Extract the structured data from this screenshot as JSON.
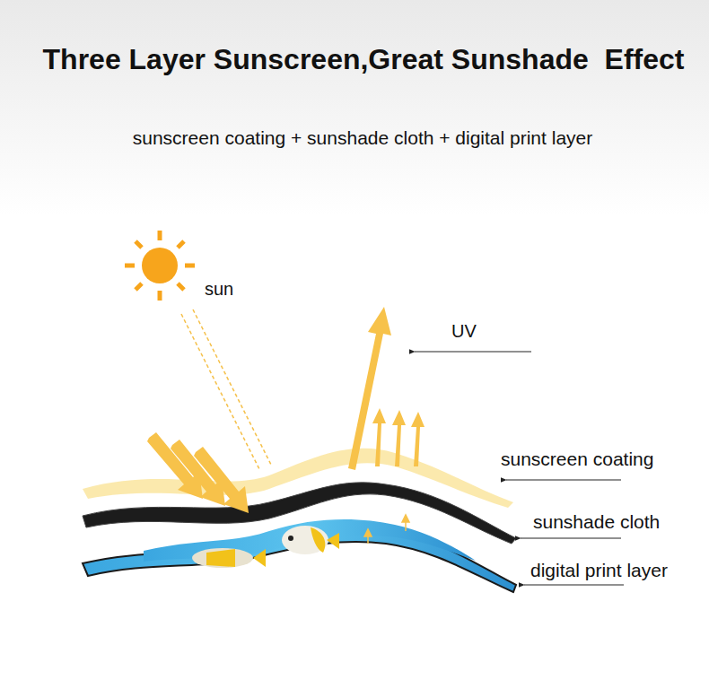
{
  "diagram": {
    "title": "Three Layer Sunscreen,Great Sunshade  Effect",
    "labels": [
      "sunscreen coating + sunshade cloth + digital print layer",
      "sun",
      "UV",
      "sunscreen coating",
      "sunshade cloth",
      "digital print layer"
    ]
  }
}
